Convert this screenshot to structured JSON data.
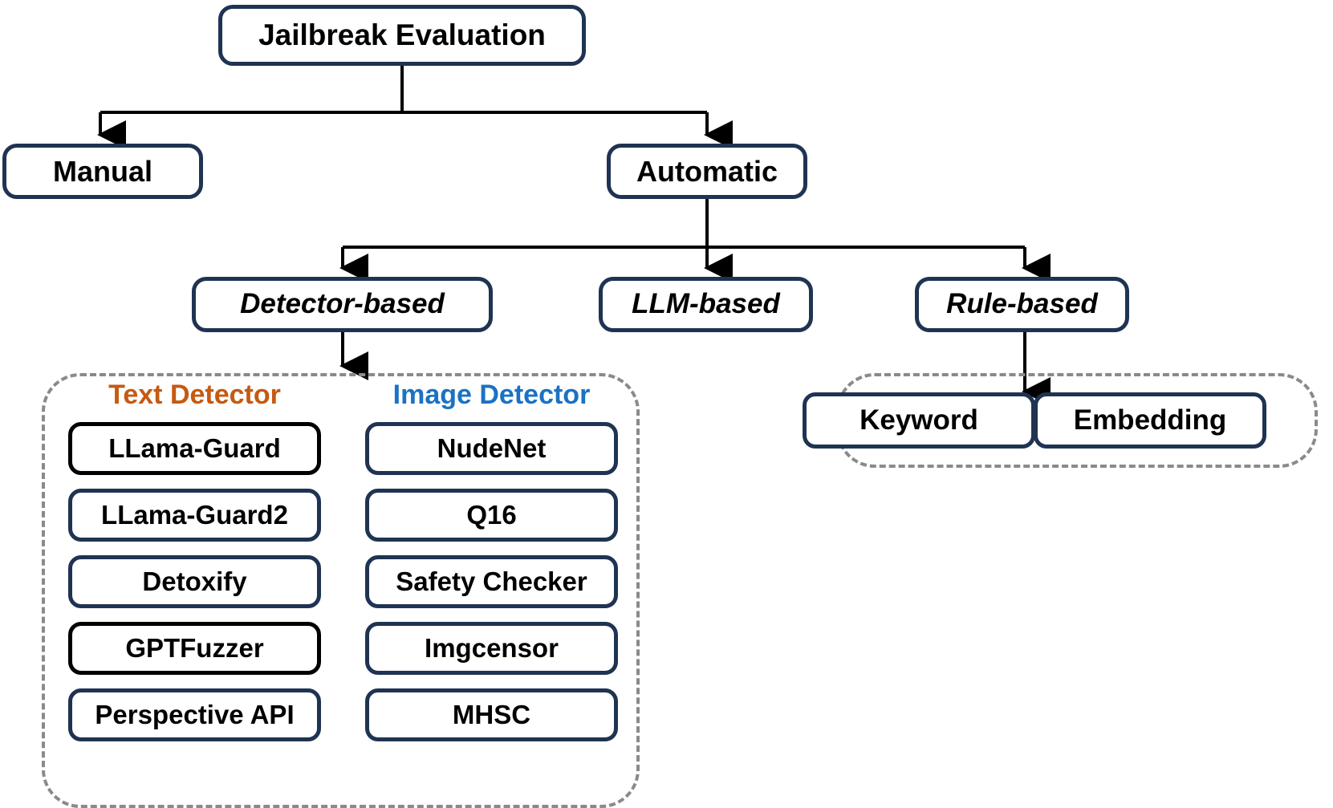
{
  "diagram": {
    "title": "Jailbreak Evaluation",
    "colors": {
      "box_border": "#1F3352",
      "box_border_alt": "#000000",
      "dashed_border": "#8a8a8a",
      "text_detector_accent": "#C55A11",
      "image_detector_accent": "#1B72C4",
      "connector": "#000000"
    },
    "root": {
      "label": "Jailbreak Evaluation"
    },
    "level2": [
      {
        "label": "Manual"
      },
      {
        "label": "Automatic"
      }
    ],
    "level3": [
      {
        "label": "Detector-based"
      },
      {
        "label": "LLM-based"
      },
      {
        "label": "Rule-based"
      }
    ],
    "detector_group": {
      "columns": [
        {
          "heading": "Text Detector",
          "items": [
            "LLama-Guard",
            "LLama-Guard2",
            "Detoxify",
            "GPTFuzzer",
            "Perspective API"
          ]
        },
        {
          "heading": "Image Detector",
          "items": [
            "NudeNet",
            "Q16",
            "Safety Checker",
            "Imgcensor",
            "MHSC"
          ]
        }
      ]
    },
    "rule_group": {
      "items": [
        "Keyword",
        "Embedding"
      ]
    }
  }
}
